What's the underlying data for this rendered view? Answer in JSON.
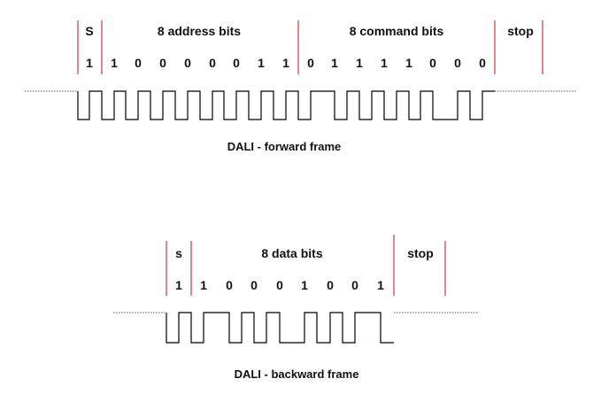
{
  "colors": {
    "separator": "#d9434e",
    "waveform": "#000000",
    "text": "#111111"
  },
  "forward": {
    "headers": {
      "start": "S",
      "address": "8 address bits",
      "command": "8 command bits",
      "stop": "stop"
    },
    "bits": [
      "1",
      "1",
      "0",
      "0",
      "0",
      "0",
      "0",
      "1",
      "1",
      "0",
      "1",
      "1",
      "1",
      "1",
      "0",
      "0",
      "0"
    ],
    "caption": "DALI - forward frame"
  },
  "backward": {
    "headers": {
      "start": "s",
      "data": "8 data bits",
      "stop": "stop"
    },
    "bits": [
      "1",
      "1",
      "0",
      "0",
      "0",
      "1",
      "0",
      "0",
      "1"
    ],
    "caption": "DALI - backward frame"
  }
}
